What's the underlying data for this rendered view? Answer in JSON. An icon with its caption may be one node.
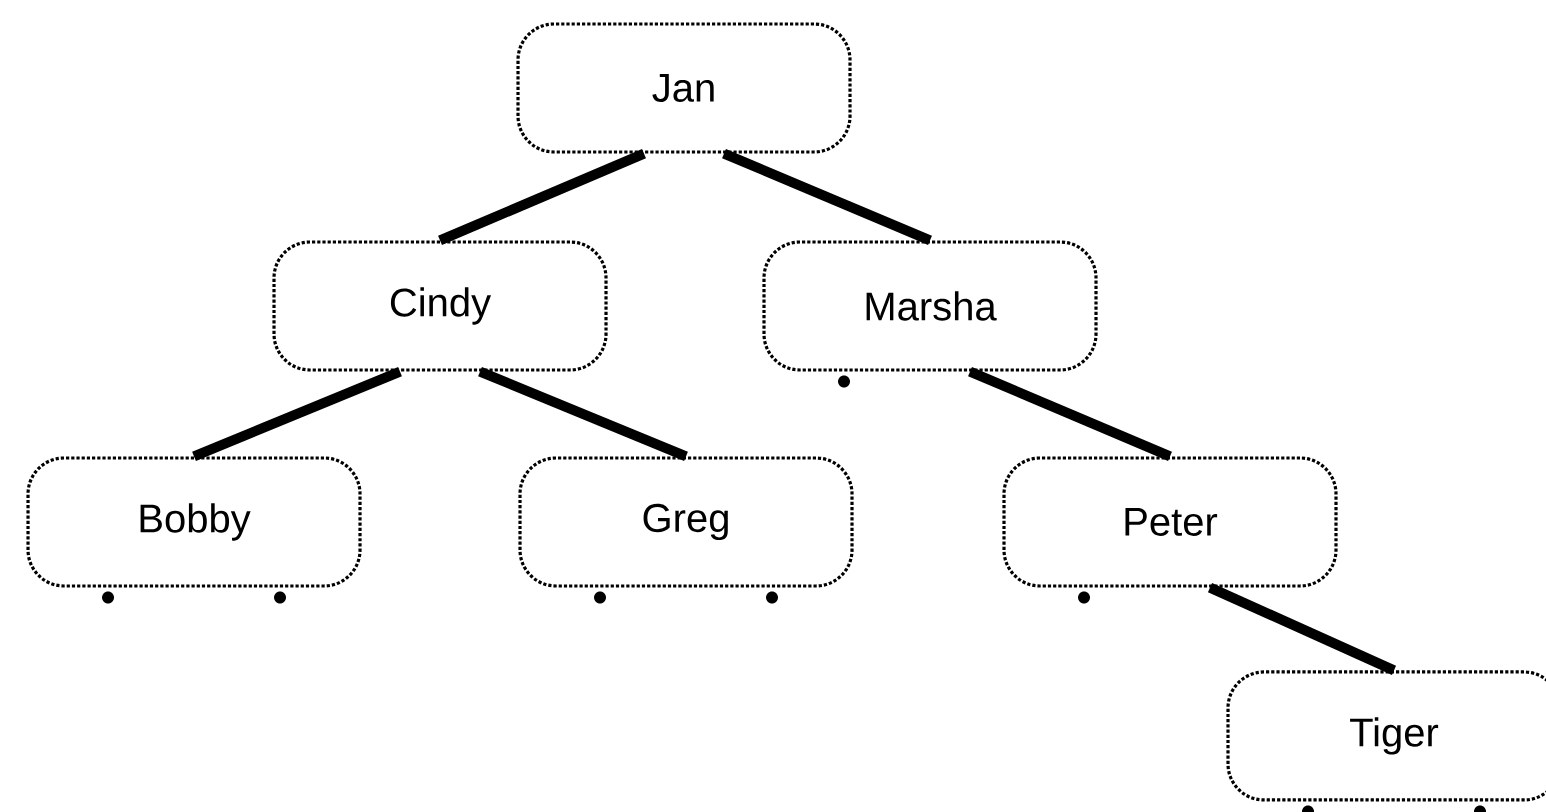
{
  "diagram": {
    "nodes": [
      {
        "text": [
          "Jan"
        ]
      },
      {
        "text": [
          "Cindy"
        ]
      },
      {
        "text": [
          "Marsha"
        ]
      },
      {
        "text": [
          "Bobby"
        ]
      },
      {
        "text": [
          "Greg"
        ]
      },
      {
        "text": [
          "Peter"
        ]
      },
      {
        "text": [
          "Tiger"
        ]
      }
    ],
    "edges": [
      {
        "from": 0,
        "to": 1,
        "arrow": "none"
      },
      {
        "from": 0,
        "to": 2,
        "arrow": "none"
      },
      {
        "from": 1,
        "to": 3,
        "arrow": "none"
      },
      {
        "from": 1,
        "to": 4,
        "arrow": "none"
      },
      {
        "from": 2,
        "to": 5,
        "arrow": "none"
      },
      {
        "from": 5,
        "to": 6,
        "arrow": "none"
      }
    ]
  }
}
